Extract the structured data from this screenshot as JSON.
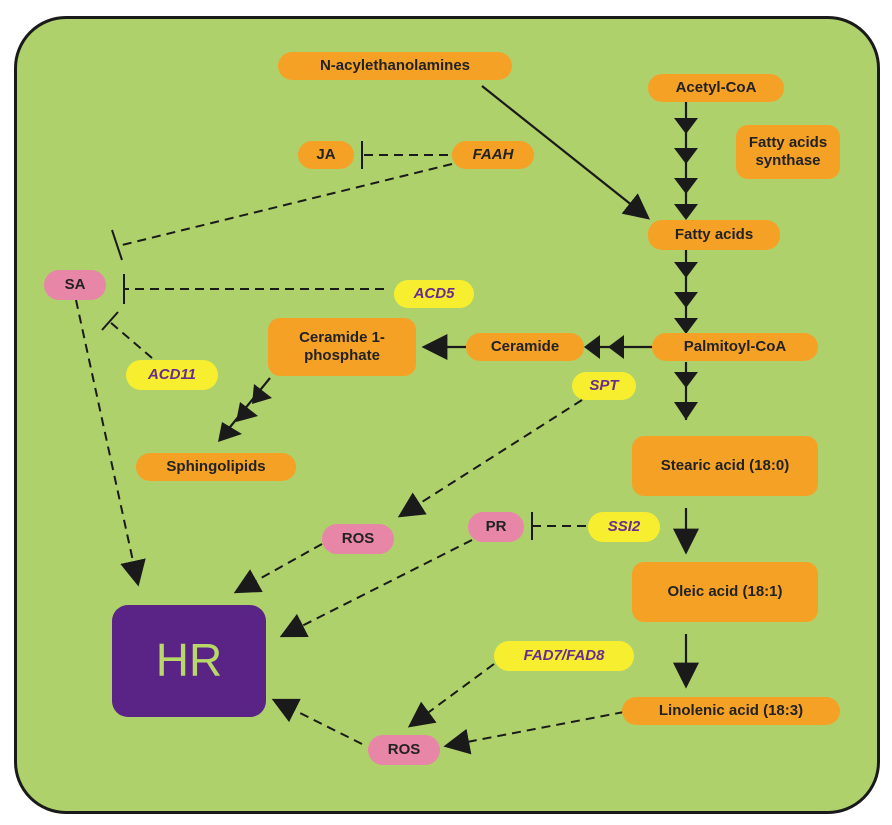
{
  "nodes": {
    "n_acylethanolamines": "N-acylethanolamines",
    "acetyl_coa": "Acetyl-CoA",
    "fatty_acids_synthase": "Fatty acids synthase",
    "ja": "JA",
    "faah": "FAAH",
    "fatty_acids": "Fatty acids",
    "sa": "SA",
    "acd5": "ACD5",
    "ceramide_1_phosphate": "Ceramide 1-phosphate",
    "ceramide": "Ceramide",
    "palmitoyl_coa": "Palmitoyl-CoA",
    "acd11": "ACD11",
    "spt": "SPT",
    "sphingolipids": "Sphingolipids",
    "stearic_acid": "Stearic acid (18:0)",
    "ros_upper": "ROS",
    "pr": "PR",
    "ssi2": "SSI2",
    "oleic_acid": "Oleic acid (18:1)",
    "hr": "HR",
    "fad7_fad8": "FAD7/FAD8",
    "linolenic_acid": "Linolenic acid (18:3)",
    "ros_lower": "ROS"
  },
  "colors": {
    "background": "#aed16b",
    "metabolite": "#f5a126",
    "gene": "#f6ee2f",
    "gene_text": "#6a2c8e",
    "signal": "#e886a8",
    "hr_box": "#5a2486",
    "hr_text": "#b9d86a",
    "line": "#1a1a1a"
  }
}
